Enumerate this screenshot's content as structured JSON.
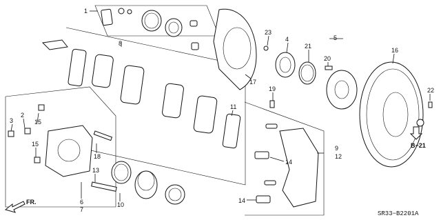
{
  "diagram": {
    "part_labels": {
      "p1": "1",
      "p2": "2",
      "p3": "3",
      "p4": "4",
      "p5": "5",
      "p6": "6",
      "p7": "7",
      "p8": "8",
      "p9": "9",
      "p10": "10",
      "p11": "11",
      "p12": "12",
      "p13": "13",
      "p14a": "14",
      "p14b": "14",
      "p15a": "15",
      "p15b": "15",
      "p16": "16",
      "p17": "17",
      "p18": "18",
      "p19": "19",
      "p20": "20",
      "p21": "21",
      "p22": "22",
      "p23": "23"
    },
    "direction_label": "FR.",
    "reference_label": "B−21",
    "diagram_code": "SR33−B2201A"
  }
}
